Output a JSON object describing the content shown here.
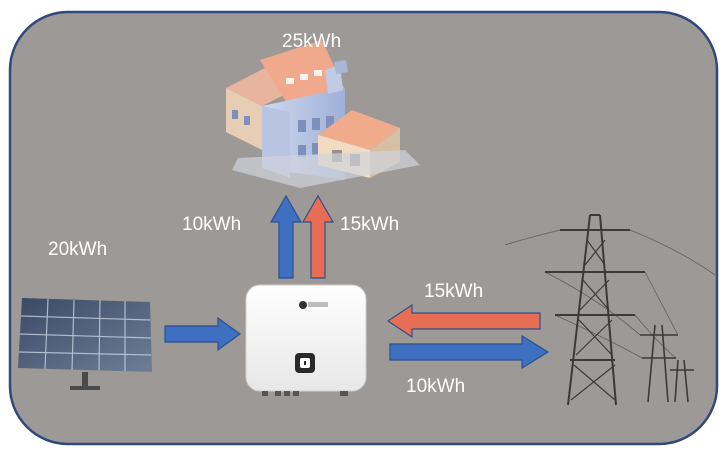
{
  "labels": {
    "factory_total": "25kWh",
    "solar_output": "20kWh",
    "inverter_to_factory": "10kWh",
    "grid_to_factory": "15kWh",
    "grid_to_inverter": "15kWh",
    "inverter_to_grid": "10kWh"
  },
  "colors": {
    "background_panel": "#9d9996",
    "border": "#2f4a7a",
    "blue_arrow": "#3f6fc1",
    "orange_arrow": "#e76e54",
    "label_text": "#ffffff"
  },
  "icons": [
    "factory-icon",
    "solar-panel-icon",
    "inverter-icon",
    "power-tower-icon"
  ]
}
